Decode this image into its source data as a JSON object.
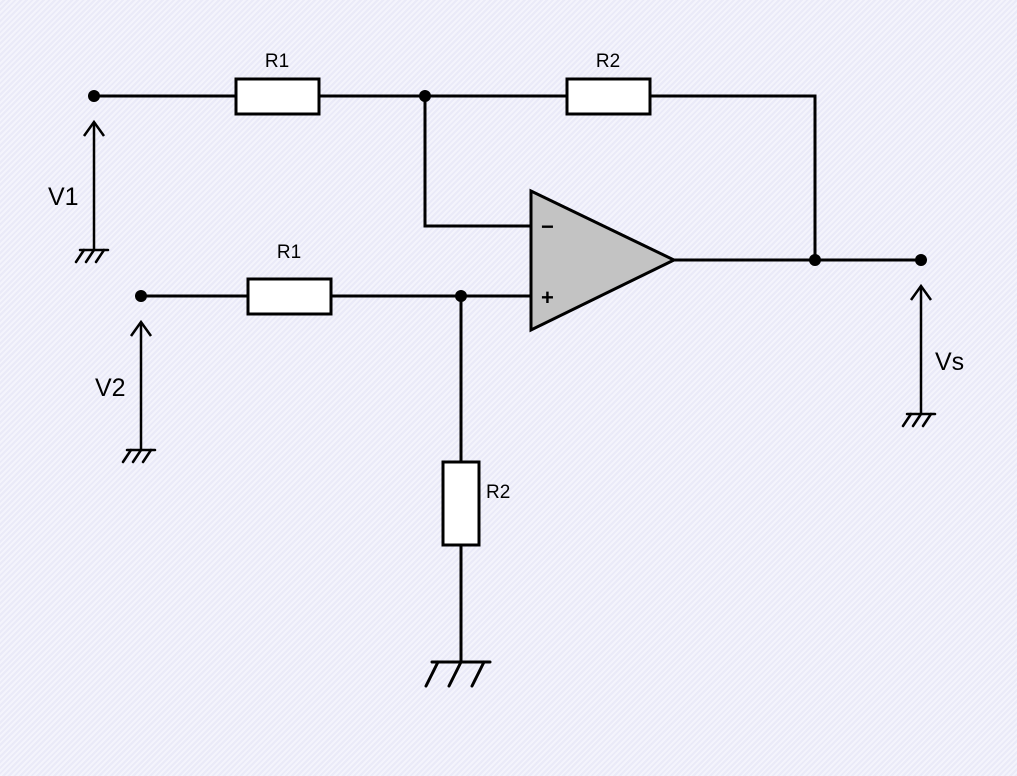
{
  "labels": {
    "r1_top": "R1",
    "r2_top": "R2",
    "r1_bottom": "R1",
    "r2_shunt": "R2",
    "v1": "V1",
    "v2": "V2",
    "vs": "Vs",
    "minus": "−",
    "plus": "+"
  },
  "colors": {
    "background": "#eeeefa",
    "opamp_fill": "#c3c3c3",
    "resistor_fill": "#ffffff",
    "wire": "#000000"
  }
}
